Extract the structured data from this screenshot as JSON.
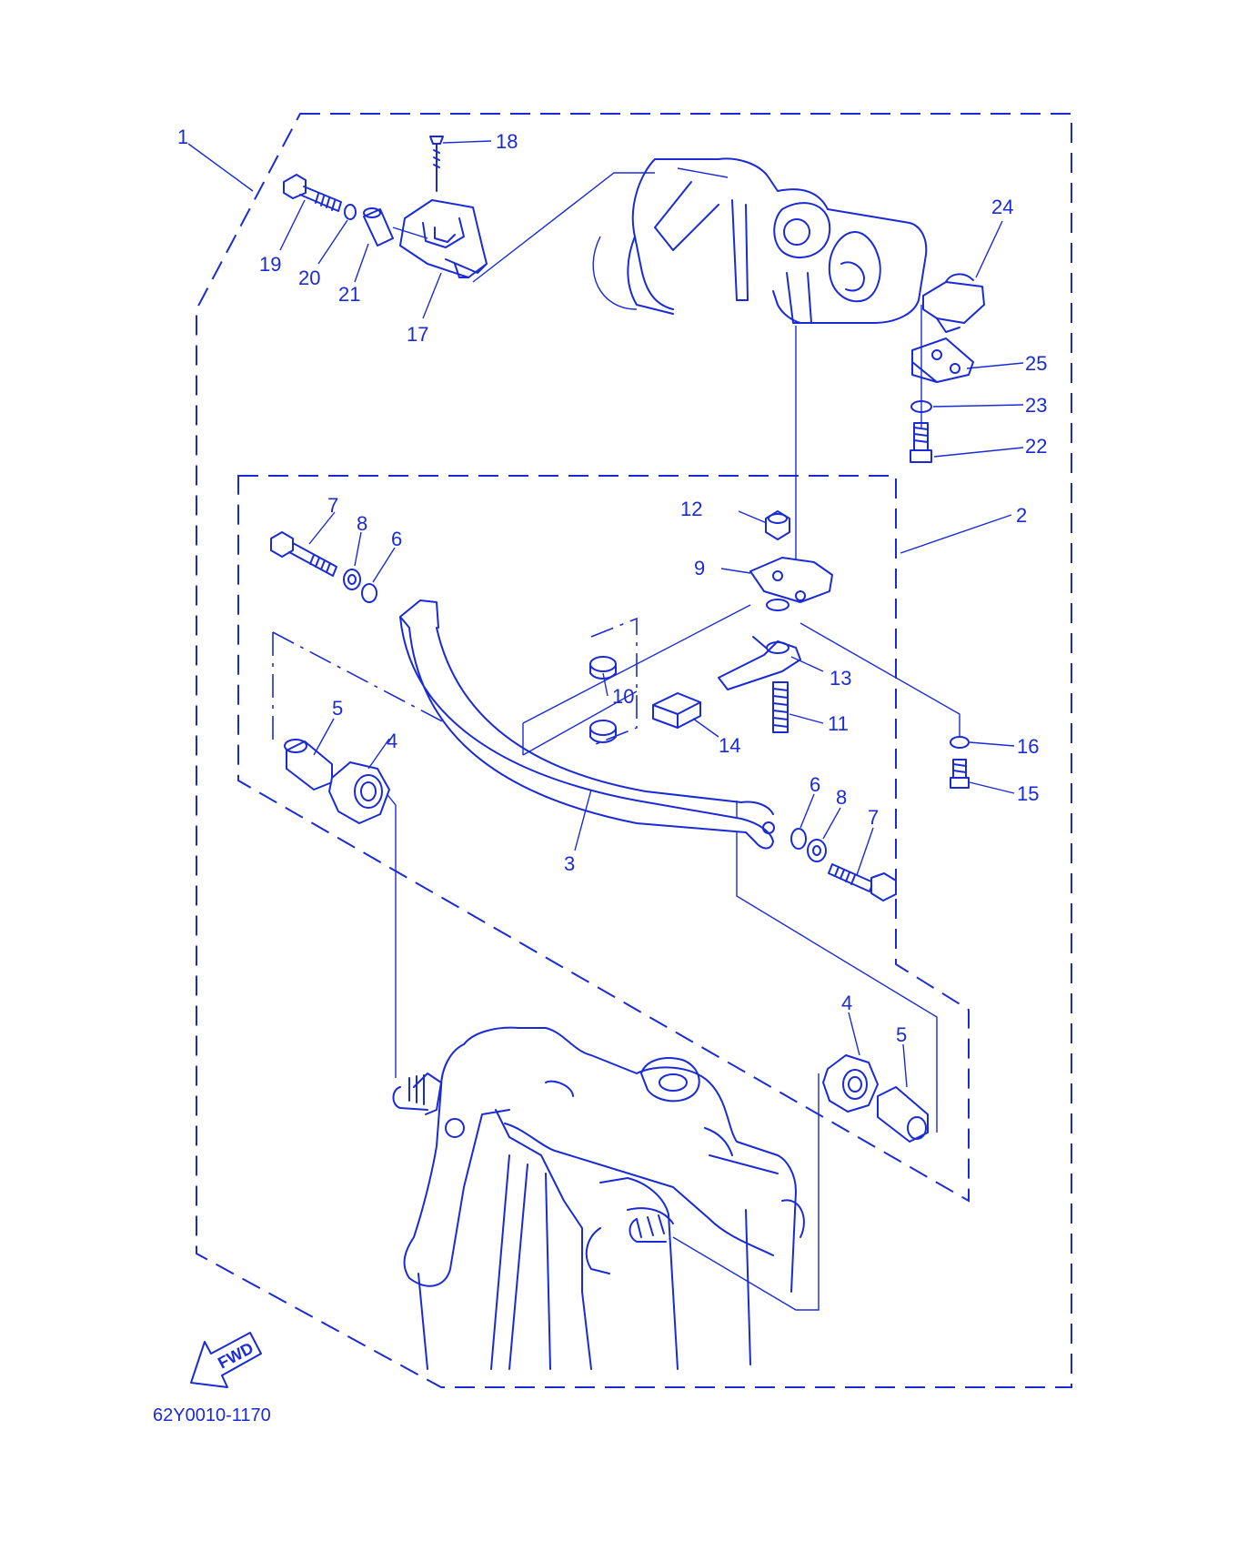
{
  "diagram": {
    "part_code": "62Y0010-1170",
    "fwd_label": "FWD",
    "line_color": "#1a2bd6",
    "callouts": [
      {
        "id": "c1",
        "text": "1"
      },
      {
        "id": "c18",
        "text": "18"
      },
      {
        "id": "c19",
        "text": "19"
      },
      {
        "id": "c20",
        "text": "20"
      },
      {
        "id": "c21",
        "text": "21"
      },
      {
        "id": "c17",
        "text": "17"
      },
      {
        "id": "c24",
        "text": "24"
      },
      {
        "id": "c25",
        "text": "25"
      },
      {
        "id": "c23",
        "text": "23"
      },
      {
        "id": "c22",
        "text": "22"
      },
      {
        "id": "c7a",
        "text": "7"
      },
      {
        "id": "c8a",
        "text": "8"
      },
      {
        "id": "c6a",
        "text": "6"
      },
      {
        "id": "c12",
        "text": "12"
      },
      {
        "id": "c2",
        "text": "2"
      },
      {
        "id": "c9",
        "text": "9"
      },
      {
        "id": "c13",
        "text": "13"
      },
      {
        "id": "c10",
        "text": "10"
      },
      {
        "id": "c11",
        "text": "11"
      },
      {
        "id": "c14",
        "text": "14"
      },
      {
        "id": "c16",
        "text": "16"
      },
      {
        "id": "c15",
        "text": "15"
      },
      {
        "id": "c5a",
        "text": "5"
      },
      {
        "id": "c4a",
        "text": "4"
      },
      {
        "id": "c6b",
        "text": "6"
      },
      {
        "id": "c8b",
        "text": "8"
      },
      {
        "id": "c7b",
        "text": "7"
      },
      {
        "id": "c3",
        "text": "3"
      },
      {
        "id": "c4b",
        "text": "4"
      },
      {
        "id": "c5b",
        "text": "5"
      }
    ]
  }
}
